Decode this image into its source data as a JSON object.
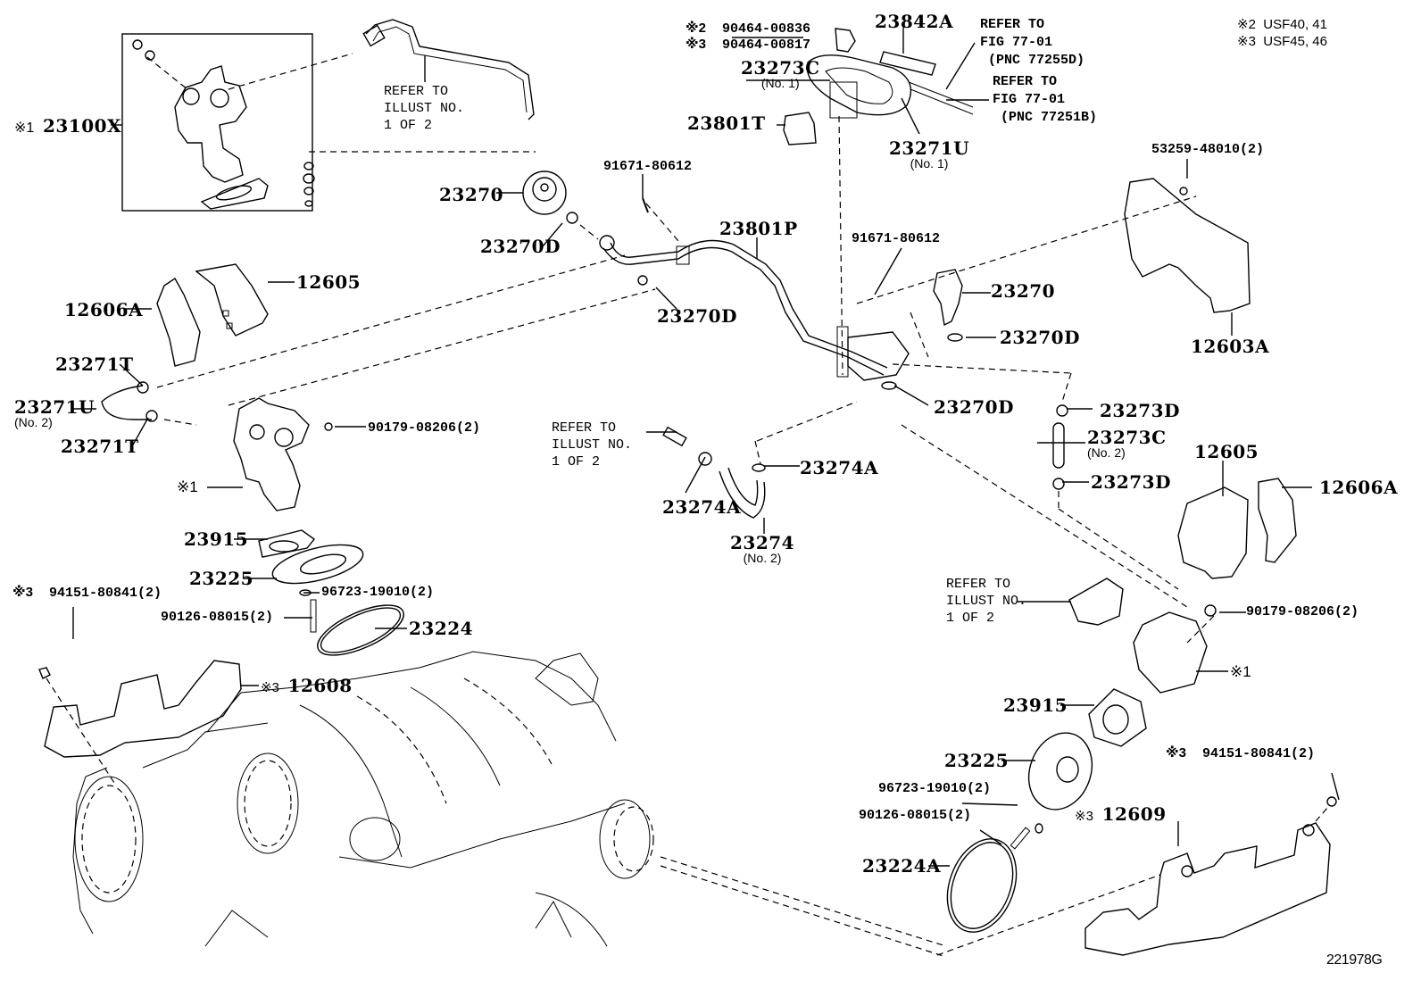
{
  "diagram": {
    "figure_id": "221978G",
    "notes": [
      {
        "mark": "※2",
        "text": "USF40, 41"
      },
      {
        "mark": "※3",
        "text": "USF45, 46"
      }
    ],
    "labels": {
      "p23100X": {
        "mark": "※1",
        "text": "23100X"
      },
      "refer_illust_top": "REFER TO\nILLUST NO.\n1 OF 2",
      "p90464_a": {
        "mark": "※2",
        "text": "90464-00836"
      },
      "p90464_b": {
        "mark": "※3",
        "text": "90464-00817"
      },
      "p23842A": "23842A",
      "refer_fig_a": "REFER TO\nFIG 77-01\n (PNC 77255D)",
      "refer_fig_b": "REFER TO\nFIG 77-01\n (PNC 77251B)",
      "p23273C_1": {
        "text": "23273C",
        "sub": "(No. 1)"
      },
      "p23801T": "23801T",
      "p23271U_1": {
        "text": "23271U",
        "sub": "(No. 1)"
      },
      "p53259": "53259-48010(2)",
      "p91671_a": "91671-80612",
      "p23270_a": "23270",
      "p23270D_a": "23270D",
      "p23801P": "23801P",
      "p23270D_b": "23270D",
      "p12605_a": "12605",
      "p12606A_a": "12606A",
      "p91671_b": "91671-80612",
      "p23270_b": "23270",
      "p23270D_c": "23270D",
      "p12603A": "12603A",
      "p23271T_a": "23271T",
      "p23271U_2": {
        "text": "23271U",
        "sub": "(No. 2)"
      },
      "p23271T_b": "23271T",
      "p90179_a": "90179-08206(2)",
      "p23270D_d": "23270D",
      "p23273D_a": "23273D",
      "p23273C_2": {
        "text": "23273C",
        "sub": "(No. 2)"
      },
      "p23273D_b": "23273D",
      "refer_illust_mid": "REFER TO\nILLUST NO.\n1 OF 2",
      "p23274A_a": "23274A",
      "p23274A_b": "23274A",
      "p23274": {
        "text": "23274",
        "sub": "(No. 2)"
      },
      "p12605_b": "12605",
      "p12606A_b": "12606A",
      "mark1_left": "※1",
      "p23915_a": "23915",
      "p23225_a": "23225",
      "p96723_a": "96723-19010(2)",
      "p94151_a": {
        "mark": "※3",
        "text": "94151-80841(2)"
      },
      "p90126_a": "90126-08015(2)",
      "p23224": "23224",
      "p12608": {
        "mark": "※3",
        "text": "12608"
      },
      "refer_illust_right": "REFER TO\nILLUST NO.\n1 OF 2",
      "p90179_b": "90179-08206(2)",
      "mark1_right": "※1",
      "p23915_b": "23915",
      "p23225_b": "23225",
      "p94151_b": {
        "mark": "※3",
        "text": "94151-80841(2)"
      },
      "p96723_b": "96723-19010(2)",
      "p12609": {
        "mark": "※3",
        "text": "12609"
      },
      "p90126_b": "90126-08015(2)",
      "p23224A": "23224A"
    }
  }
}
